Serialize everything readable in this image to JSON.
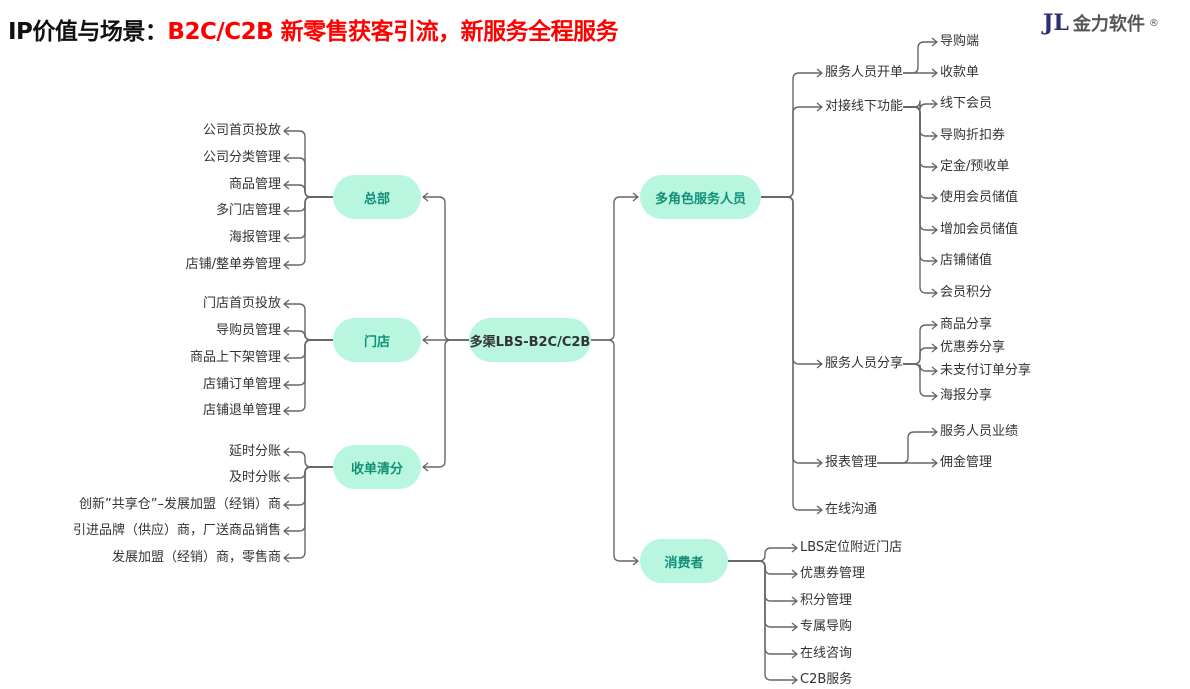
{
  "header": {
    "title_black": "IP价值与场景：",
    "title_red": "B2C/C2B 新零售获客引流，新服务全程服务",
    "logo_mark": "JL",
    "logo_name": "金力软件",
    "logo_reg": "®"
  },
  "colors": {
    "node_bg": "#b8f6df",
    "node_text": "#138f78",
    "line": "#666666",
    "title_red": "#ff0000"
  },
  "mindmap": {
    "center": "多渠LBS-B2C/C2B",
    "left": [
      {
        "label": "总部",
        "children": [
          "公司首页投放",
          "公司分类管理",
          "商品管理",
          "多门店管理",
          "海报管理",
          "店铺/整单券管理"
        ]
      },
      {
        "label": "门店",
        "children": [
          "门店首页投放",
          "导购员管理",
          "商品上下架管理",
          "店铺订单管理",
          "店铺退单管理"
        ]
      },
      {
        "label": "收单清分",
        "children": [
          "延时分账",
          "及时分账",
          "创新”共享仓”–发展加盟（经销）商",
          "引进品牌（供应）商，厂送商品销售",
          "发展加盟（经销）商，零售商"
        ]
      }
    ],
    "right": [
      {
        "label": "多角色服务人员",
        "children": [
          {
            "label": "服务人员开单",
            "children": [
              "导购端",
              "收款单"
            ]
          },
          {
            "label": "对接线下功能",
            "children": [
              "线下会员",
              "导购折扣券",
              "定金/预收单",
              "使用会员储值",
              "增加会员储值",
              "店铺储值",
              "会员积分"
            ]
          },
          {
            "label": "服务人员分享",
            "children": [
              "商品分享",
              "优惠券分享",
              "未支付订单分享",
              "海报分享"
            ]
          },
          {
            "label": "报表管理",
            "children": [
              "服务人员业绩",
              "佣金管理"
            ]
          },
          {
            "label": "在线沟通",
            "children": []
          }
        ]
      },
      {
        "label": "消费者",
        "children": [
          "LBS定位附近门店",
          "优惠券管理",
          "积分管理",
          "专属导购",
          "在线咨询",
          "C2B服务"
        ]
      }
    ]
  }
}
